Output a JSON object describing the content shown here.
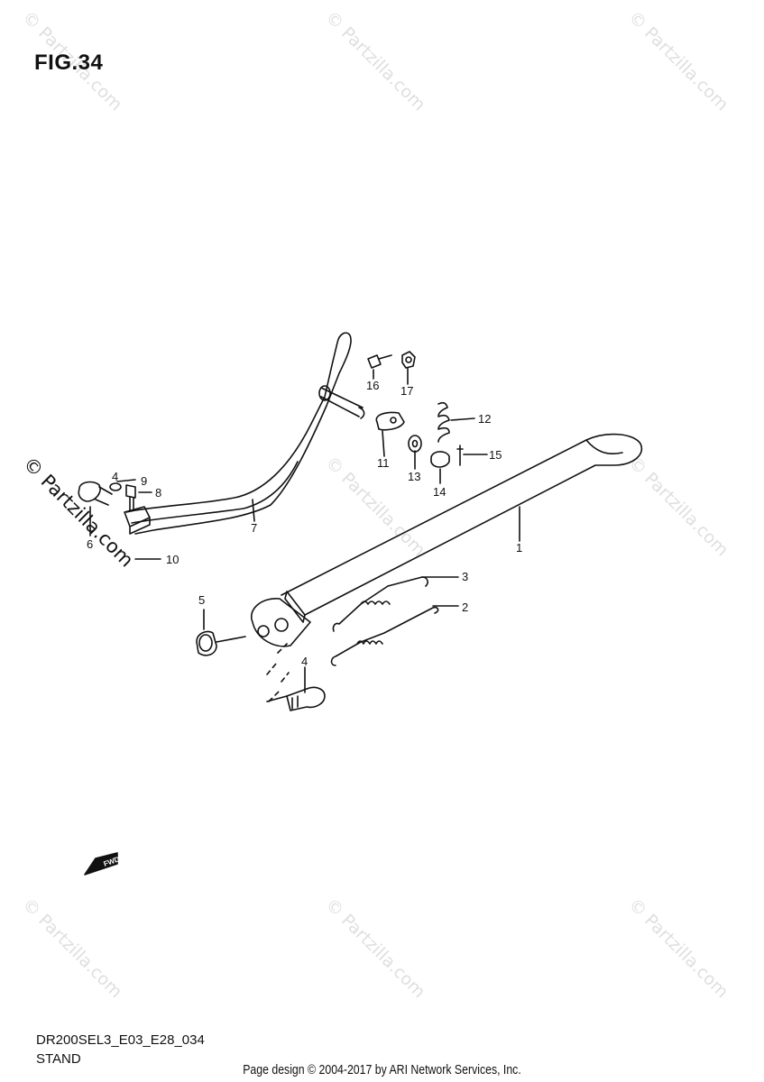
{
  "figure": {
    "title": "FIG.34"
  },
  "watermarks": {
    "text": "© Partzilla.com"
  },
  "parts": {
    "labels": [
      "1",
      "2",
      "3",
      "4",
      "5",
      "6",
      "7",
      "8",
      "9",
      "10",
      "11",
      "12",
      "13",
      "14",
      "15",
      "16",
      "17",
      "4"
    ],
    "fwd_label": "FWD"
  },
  "info": {
    "model_code": "DR200SEL3_E03_E28_034",
    "assembly_name": "STAND",
    "footer": "Page design © 2004-2017 by ARI Network Services, Inc."
  }
}
